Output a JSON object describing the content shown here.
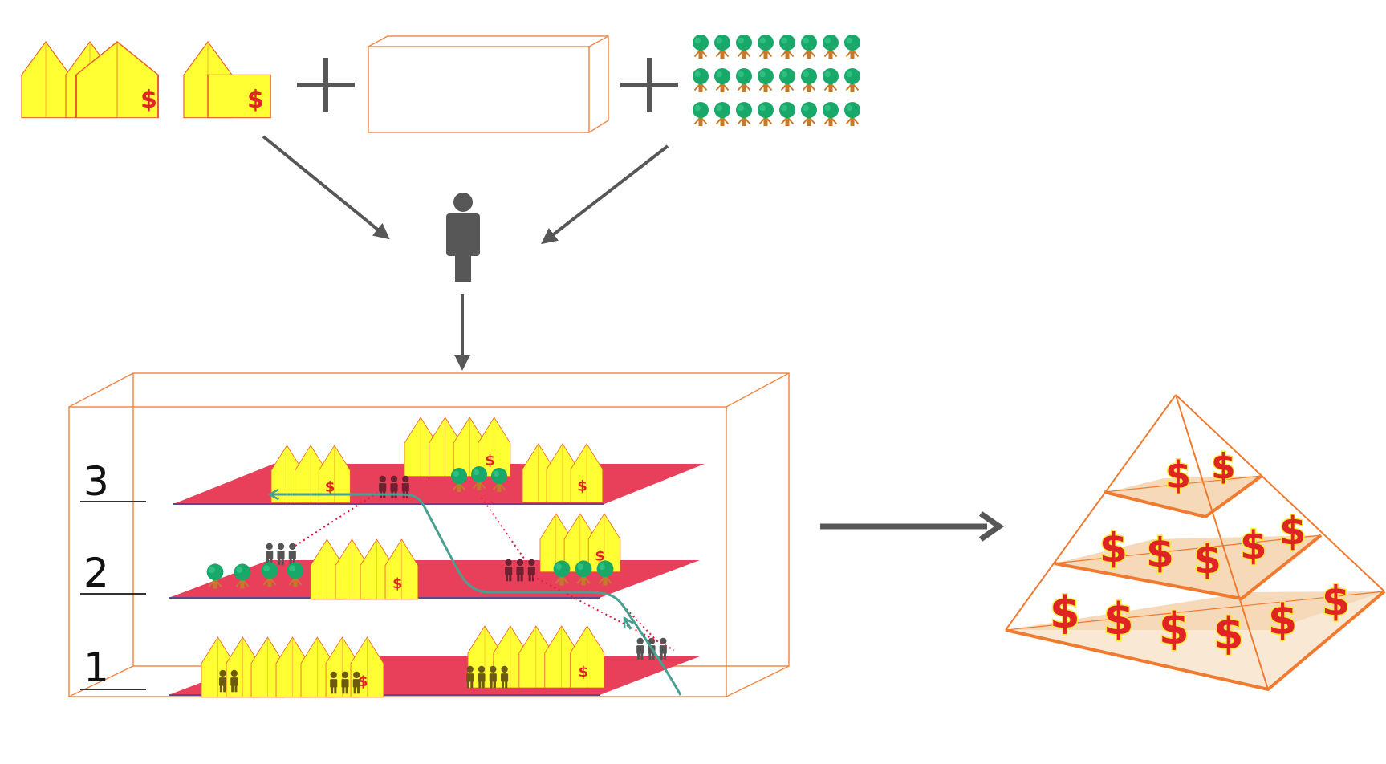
{
  "colors": {
    "house_fill": "#ffff33",
    "house_stroke": "#e8622c",
    "outline": "#f08a4b",
    "arrow": "#575757",
    "floor": "#e8405a",
    "floor_edge": "#5a4a8c",
    "tree_leaf": "#17a86a",
    "tree_trunk": "#c47a2a",
    "path": "#4aa090",
    "link": "#e0193c",
    "person_gray": "#555555",
    "person_maroon": "#6e2030",
    "person_olive": "#6b5a10",
    "dollar": "#e02424",
    "pyramid_fill": "#f5d9b8",
    "pyramid_stroke": "#f07a30"
  },
  "icons": {
    "house": "house-icon",
    "tree": "tree-icon",
    "person": "person-icon",
    "box": "box-outline",
    "arrow": "arrow-icon",
    "pyramid": "pyramid-icon"
  },
  "symbols": {
    "currency": "$",
    "plus": "+"
  },
  "levels": [
    "3",
    "2",
    "1"
  ]
}
